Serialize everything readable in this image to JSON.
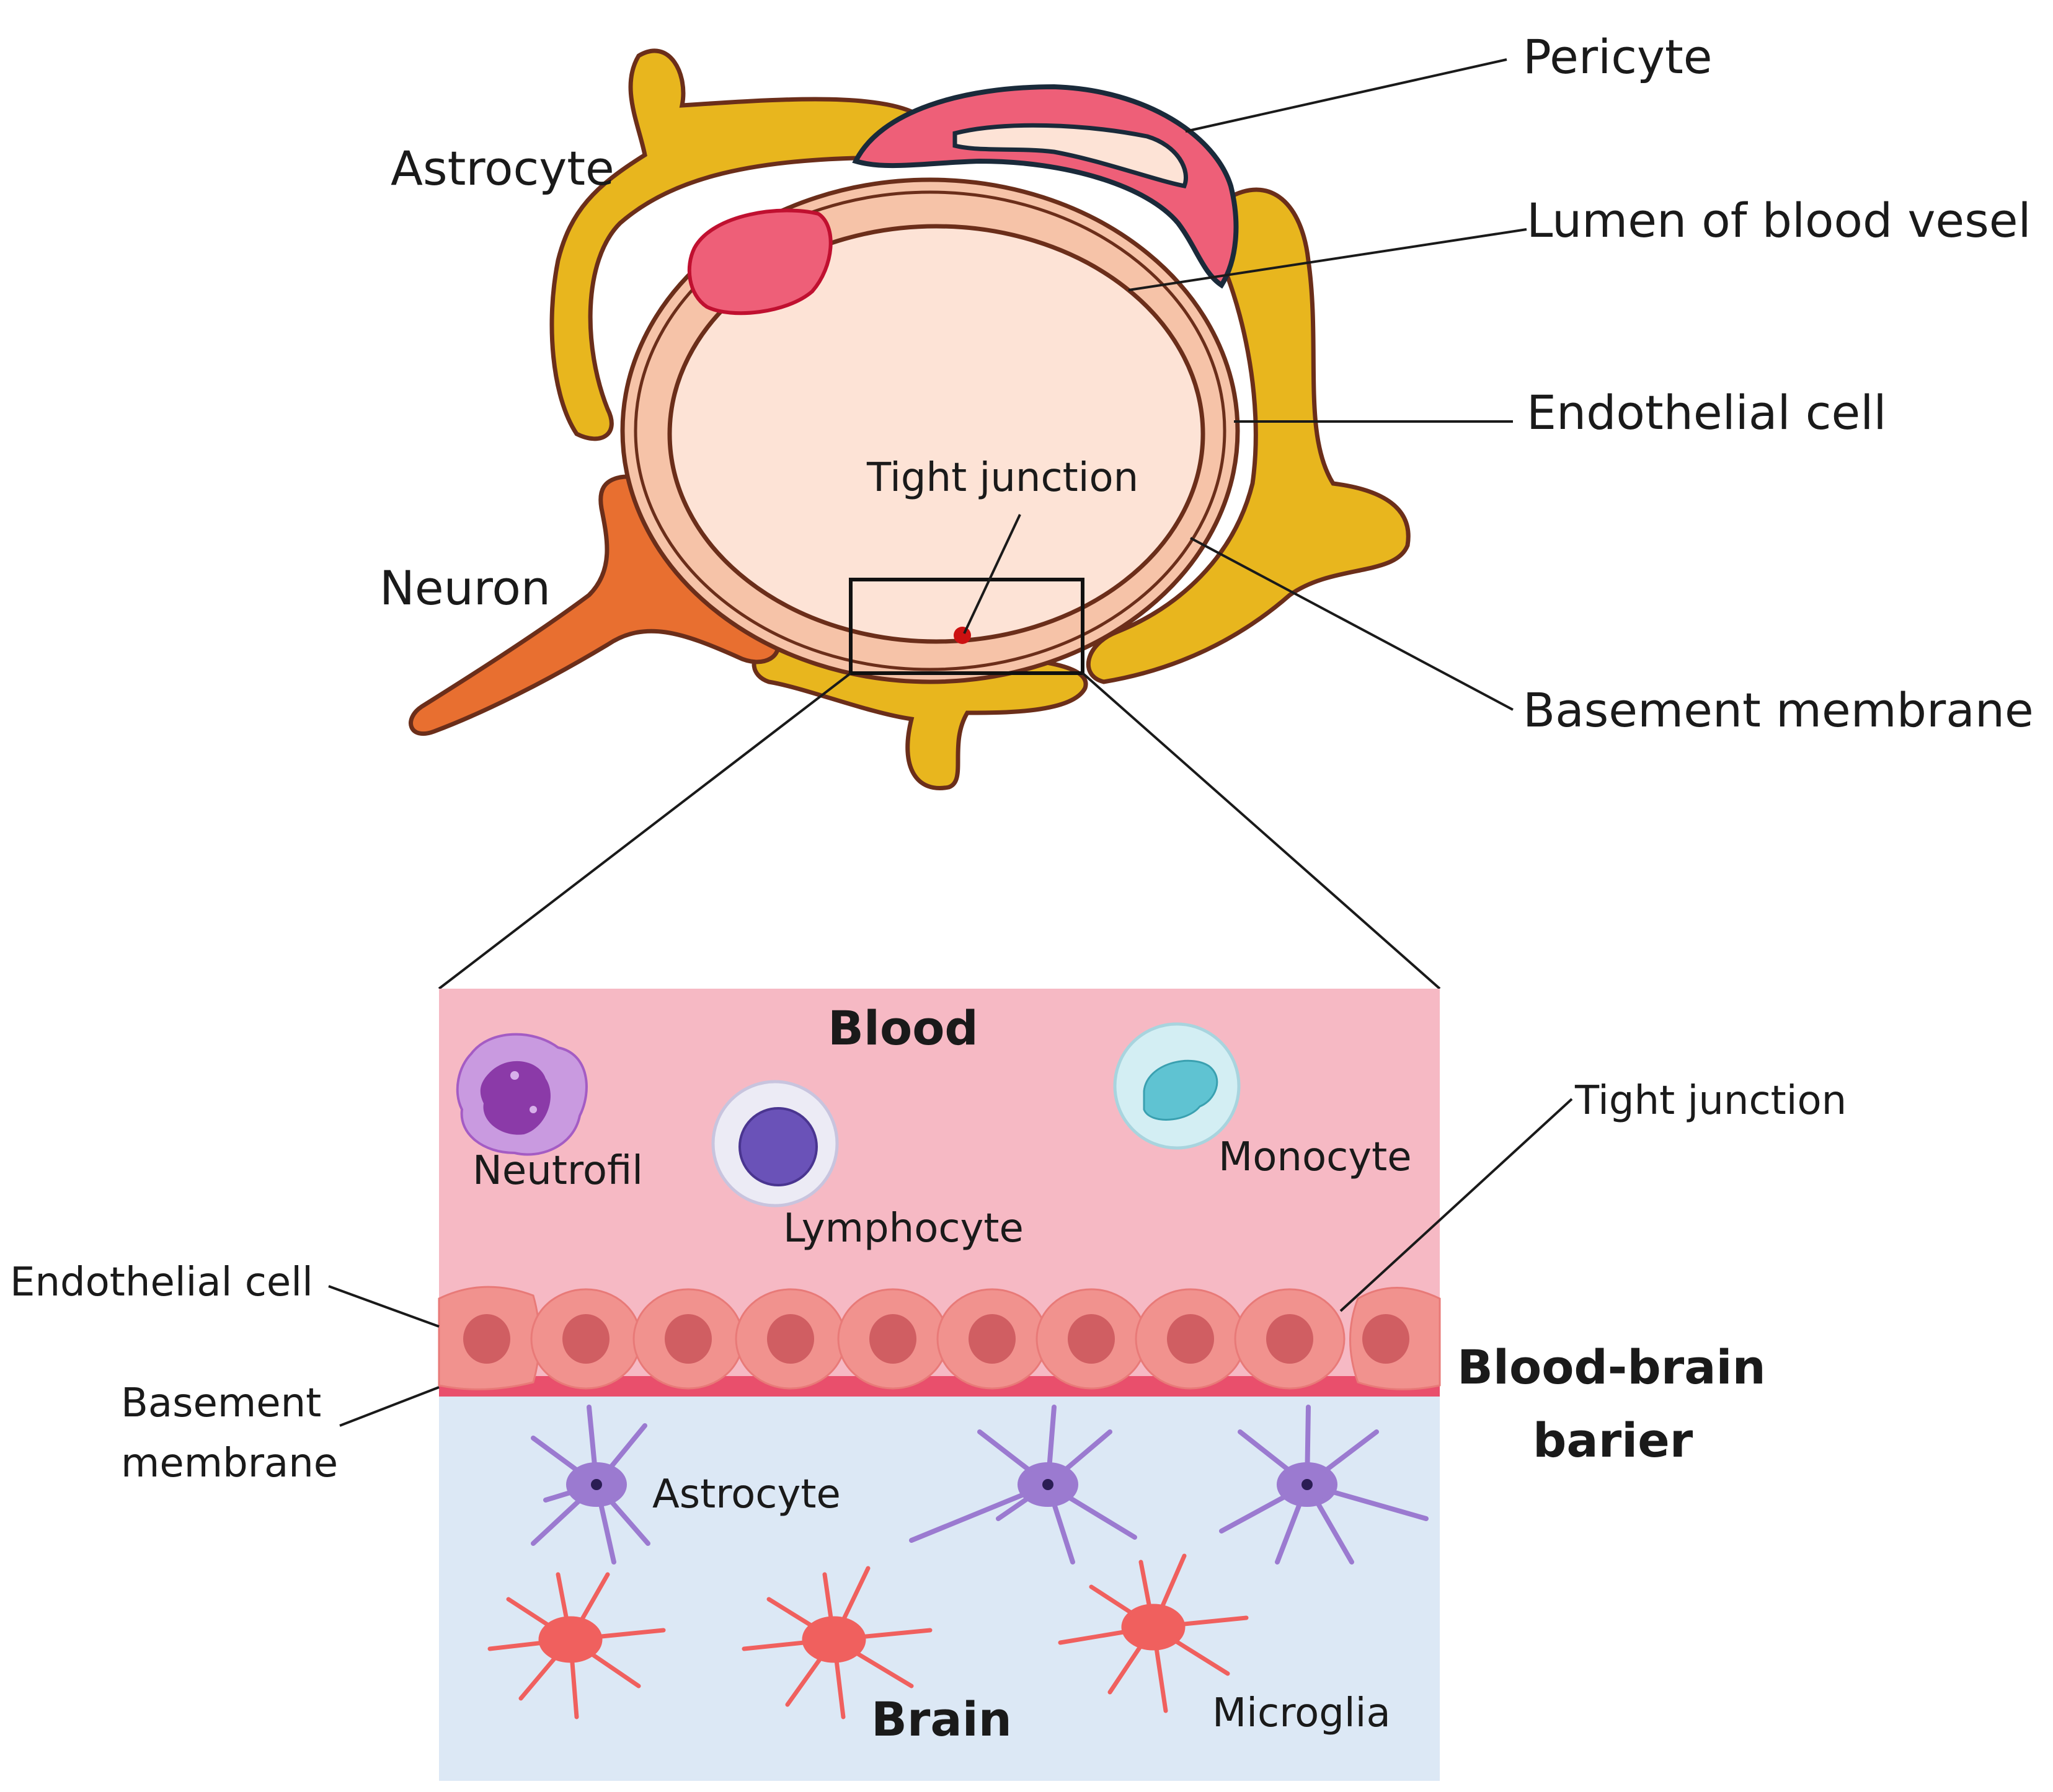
{
  "top_labels": {
    "astrocyte": "Astrocyte",
    "neuron": "Neuron",
    "pericyte": "Pericyte",
    "lumen": "Lumen of blood vesel",
    "endothelial_cell": "Endothelial cell",
    "basement_membrane": "Basement membrane",
    "tight_junction": "Tight junction"
  },
  "zoom_labels": {
    "blood": "Blood",
    "brain": "Brain",
    "neutrofil": "Neutrofil",
    "lymphocyte": "Lymphocyte",
    "monocyte": "Monocyte",
    "tight_junction": "Tight junction",
    "endothelial_cell": "Endothelial cell",
    "basement_membrane_line1": "Basement",
    "basement_membrane_line2": "membrane",
    "astrocyte": "Astrocyte",
    "microglia": "Microglia",
    "bbb_line1": "Blood-brain",
    "bbb_line2": "barier"
  },
  "colors": {
    "astrocyte_top": "#e8b61e",
    "neuron_top": "#e86f30",
    "pericyte": "#ee5f78",
    "endothelial": "#f6c3a8",
    "lumen": "#fde3d6",
    "tight_junction_dot": "#cc1111",
    "blood_region": "#f6b9c4",
    "brain_region": "#dce8f5",
    "endothelial_row": "#f1928e",
    "basement_row": "#e94f6c",
    "astrocyte_cell": "#9b7ad0",
    "microglia_cell": "#f0605e",
    "neutrofil": "#a45cc4",
    "lymphocyte": "#6a52b8",
    "monocyte": "#5fc3d2"
  }
}
